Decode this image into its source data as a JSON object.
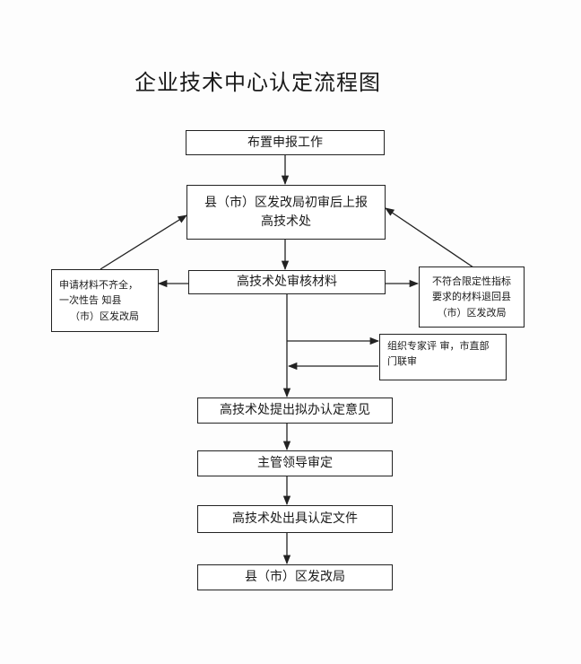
{
  "title": "企业技术中心认定流程图",
  "nodes": {
    "step1": "布置申报工作",
    "step2_line1": "县（市）区发改局初审后上报",
    "step2_line2": "高技术处",
    "step3": "高技术处审核材料",
    "left_note_line1": "申请材料不齐全，",
    "left_note_line2": "一次性告 知县",
    "left_note_line3": "（市）区发改局",
    "right_note_line1": "不符合限定性指标",
    "right_note_line2": "要求的材料退回县",
    "right_note_line3": "（市）区发改局",
    "review_note_line1": "组织专家评 审，市直部",
    "review_note_line2": "门联审",
    "step4": "高技术处提出拟办认定意见",
    "step5": "主管领导审定",
    "step6": "高技术处出具认定文件",
    "step7": "县（市）区发改局"
  }
}
